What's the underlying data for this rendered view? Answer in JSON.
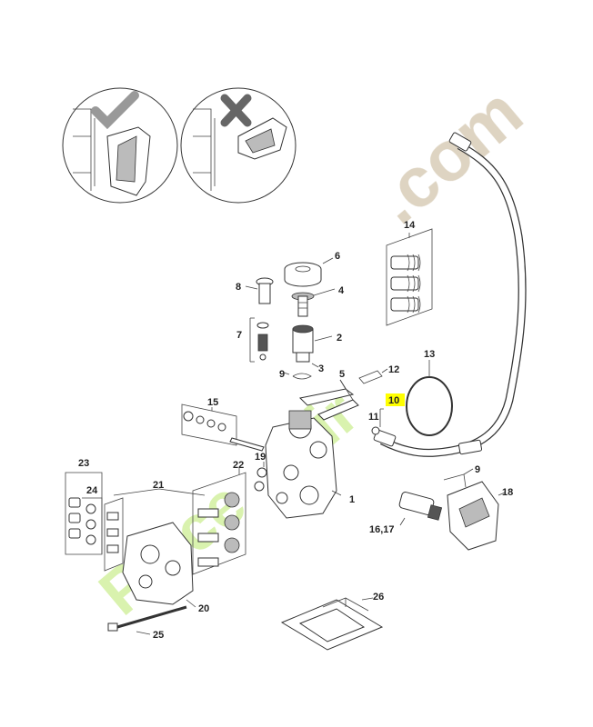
{
  "callouts": {
    "c1": "1",
    "c2": "2",
    "c3": "3",
    "c4": "4",
    "c5": "5",
    "c6": "6",
    "c7": "7",
    "c8": "8",
    "c9a": "9",
    "c9b": "9",
    "c10": "10",
    "c11": "11",
    "c12": "12",
    "c13": "13",
    "c14": "14",
    "c15": "15",
    "c1617": "16,17",
    "c18": "18",
    "c19": "19",
    "c20": "20",
    "c21": "21",
    "c22": "22",
    "c23": "23",
    "c24": "24",
    "c25": "25",
    "c26": "26"
  },
  "highlight": {
    "color": "#ffff00",
    "callout": "10"
  },
  "watermark": {
    "part1": "Piece",
    "part2": "dir",
    "part3": ".com",
    "color_green": "#d2f0a0",
    "color_tan": "#d8cdb8"
  },
  "colors": {
    "line": "#333333",
    "shade": "#bbbbbb"
  }
}
